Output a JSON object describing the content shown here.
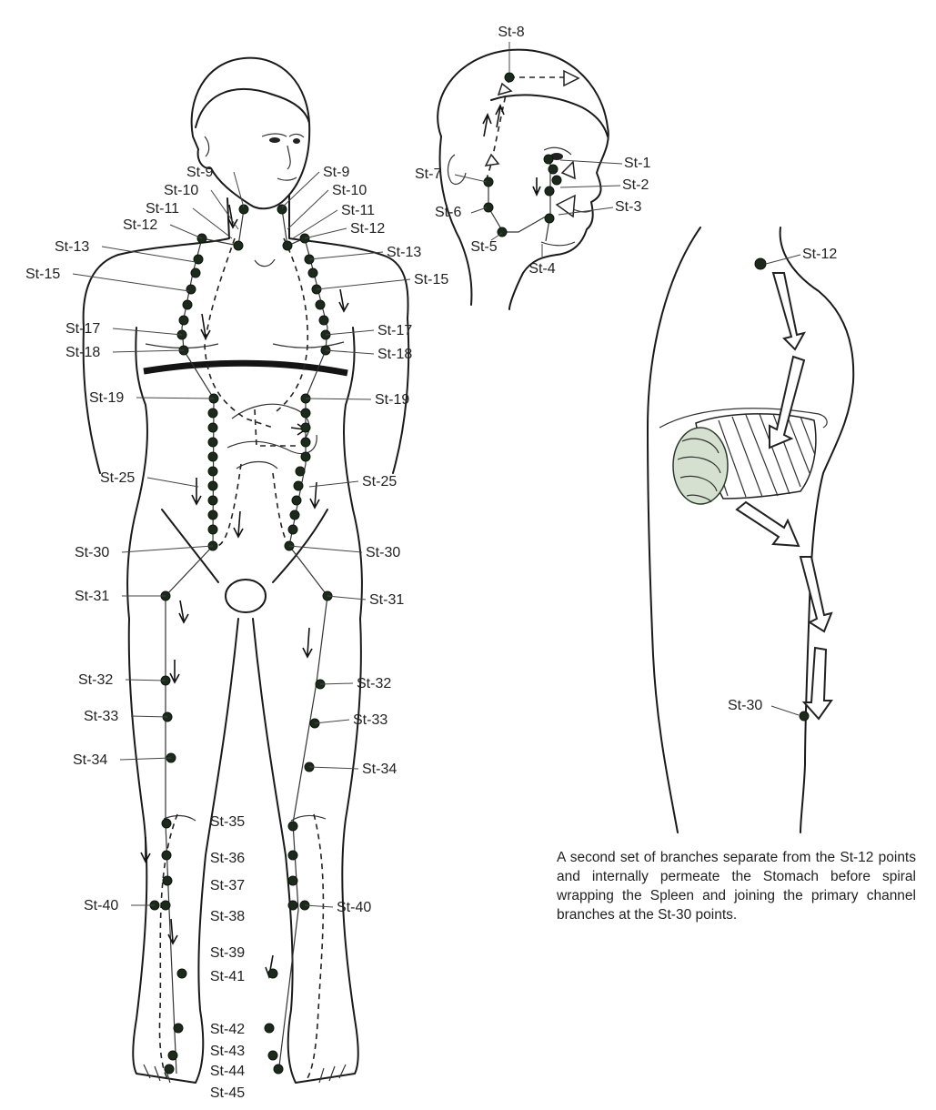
{
  "caption": "A second set of branches separate from the St-12 points and internally permeate the Stomach before spiral wrapping the Spleen and joining the primary channel branches at the St-30 points.",
  "colors": {
    "points": "#1c2a1c",
    "line": "#1a1a1a",
    "background": "#ffffff"
  },
  "body_labels_left": [
    "St-9",
    "St-10",
    "St-11",
    "St-12",
    "St-13",
    "St-15",
    "St-17",
    "St-18",
    "St-19",
    "St-25",
    "St-30",
    "St-31",
    "St-32",
    "St-33",
    "St-34",
    "St-40"
  ],
  "body_labels_right": [
    "St-9",
    "St-10",
    "St-11",
    "St-12",
    "St-13",
    "St-15",
    "St-17",
    "St-18",
    "St-19",
    "St-25",
    "St-30",
    "St-31",
    "St-32",
    "St-33",
    "St-34",
    "St-40"
  ],
  "leg_center_labels": [
    "St-35",
    "St-36",
    "St-37",
    "St-38",
    "St-39",
    "St-41",
    "St-42",
    "St-43",
    "St-44",
    "St-45"
  ],
  "head_labels": [
    "St-8",
    "St-1",
    "St-2",
    "St-3",
    "St-4",
    "St-5",
    "St-6",
    "St-7"
  ],
  "side_labels": [
    "St-12",
    "St-30"
  ]
}
